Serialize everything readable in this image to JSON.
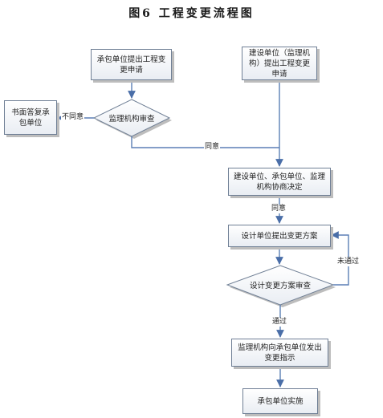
{
  "title": "图6  工程变更流程图",
  "nodes": {
    "contractor_propose": "承包单位提出工程变更申请",
    "owner_propose": "建设单位（监理机构）提出工程变更申请",
    "supervisor_review": "监理机构审查",
    "written_reply": "书面答复承包单位",
    "joint_decision": "建设单位、承包单位、监理机构协商决定",
    "design_propose": "设计单位提出变更方案",
    "design_review": "设计变更方案审查",
    "issue_instruction": "监理机构向承包单位发出变更指示",
    "implement": "承包单位实施"
  },
  "edge_labels": {
    "not_agree": "不同意",
    "agree_1": "同意",
    "agree_2": "同意",
    "not_pass": "未通过",
    "pass": "通过"
  },
  "colors": {
    "line": "#5b7fb5",
    "border": "#6f7f95"
  }
}
